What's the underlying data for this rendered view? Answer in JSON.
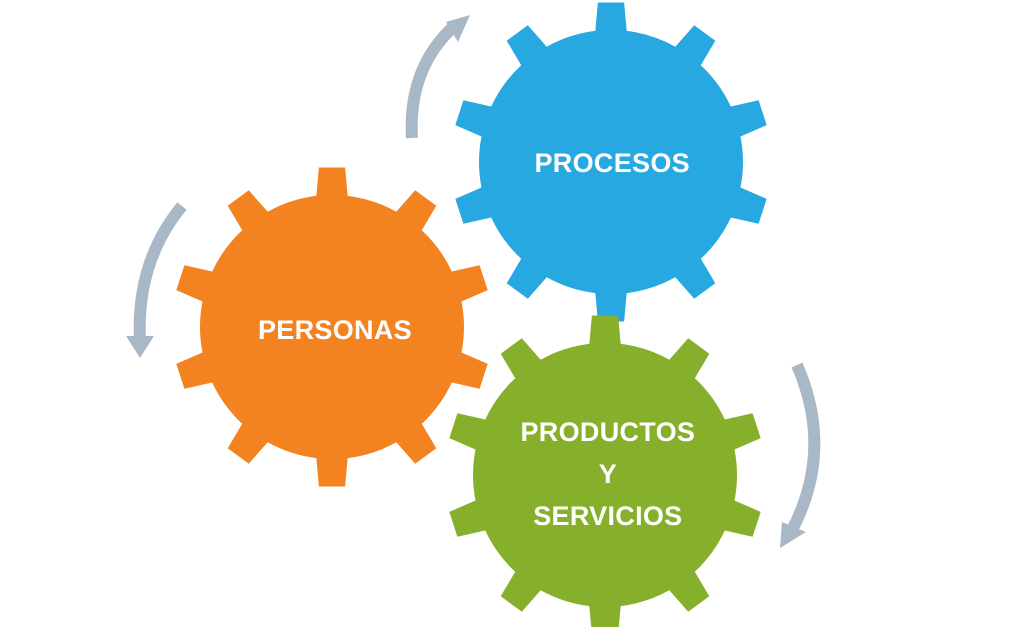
{
  "colors": {
    "background": "#ffffff",
    "arrow": "#a9b8c7",
    "label": "#ffffff"
  },
  "gears": [
    {
      "id": "procesos",
      "lines": [
        "PROCESOS"
      ],
      "color": "#27a8e0"
    },
    {
      "id": "personas",
      "lines": [
        "PERSONAS"
      ],
      "color": "#f38221"
    },
    {
      "id": "productos-servicios",
      "lines": [
        "PRODUCTOS",
        "Y",
        "SERVICIOS"
      ],
      "color": "#86b02b"
    }
  ],
  "arrows": [
    {
      "id": "arrow-top",
      "direction": "clockwise"
    },
    {
      "id": "arrow-left",
      "direction": "counterclockwise"
    },
    {
      "id": "arrow-right",
      "direction": "clockwise"
    }
  ]
}
